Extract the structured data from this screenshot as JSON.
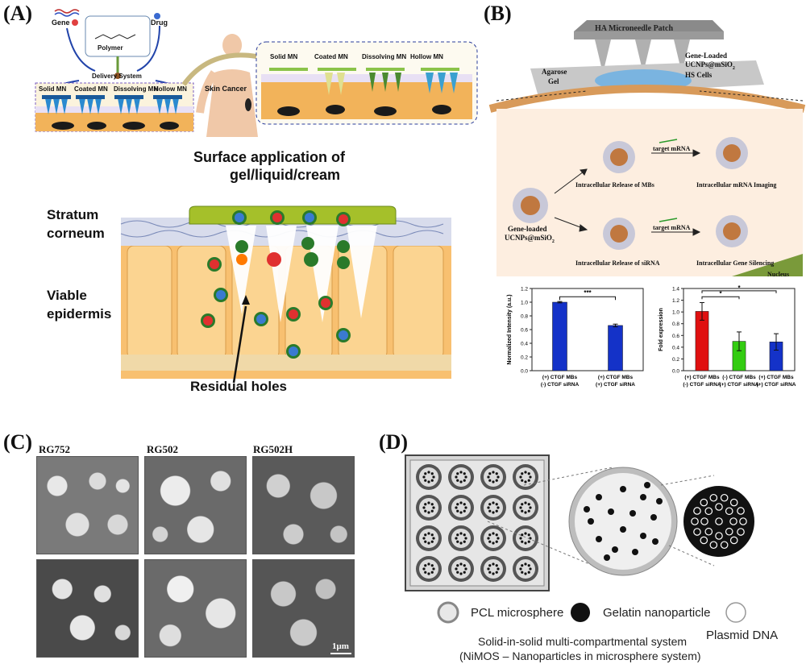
{
  "panels": {
    "a": {
      "label": "(A)",
      "gene": "Gene",
      "drug": "Drug",
      "polymer": "Polymer",
      "delivery": "Delivery System",
      "mn_types": [
        "Solid  MN",
        "Coated  MN",
        "Dissolving MN",
        "Hollow  MN"
      ],
      "mn_types_zoom": [
        "Solid MN",
        "Coated MN",
        "Dissolving MN",
        "Hollow MN"
      ],
      "skin_cancer": "Skin Cancer",
      "surface_line1": "Surface application of",
      "surface_line2": "gel/liquid/cream",
      "stratum_line1": "Stratum",
      "stratum_line2": "corneum",
      "viable_line1": "Viable",
      "viable_line2": "epidermis",
      "residual": "Residual  holes"
    },
    "b": {
      "label": "(B)",
      "patch": "HA Microneedle Patch",
      "agarose": "Agarose",
      "gel": "Gel",
      "gene_loaded_l1": "Gene-Loaded",
      "gene_loaded_l2": "UCNPs@mSiO",
      "hs_cells": "HS Cells",
      "left_l1": "Gene-loaded",
      "left_l2": "UCNPs@mSiO",
      "target_mrna": "target mRNA",
      "release_mbs": "Intracellular Release of MBs",
      "mrna_imaging": "Intracellular mRNA Imaging",
      "release_sirna": "Intracellular Release of siRNA",
      "gene_silencing": "Intracellular Gene Silencing",
      "nucleus": "Nucleus"
    },
    "c": {
      "label": "(C)",
      "columns": [
        "RG752",
        "RG502",
        "RG502H"
      ],
      "scale": "1μm"
    },
    "d": {
      "label": "(D)",
      "legend_pcl": "PCL microsphere",
      "legend_gelatin": "Gelatin nanoparticle",
      "legend_plasmid": "Plasmid DNA",
      "caption_l1": "Solid-in-solid multi-compartmental system",
      "caption_l2": "(NiMOS – Nanoparticles in microsphere system)"
    }
  },
  "chart_data": [
    {
      "type": "bar",
      "ylabel": "Normalized Intensity (a.u.)",
      "ylim": [
        0,
        1.2
      ],
      "yticks": [
        "0.0",
        "0.2",
        "0.4",
        "0.6",
        "0.8",
        "1.0",
        "1.2"
      ],
      "categories": [
        [
          "(+) CTGF MBs",
          "(-) CTGF siRNA"
        ],
        [
          "(+) CTGF MBs",
          "(+) CTGF siRNA"
        ]
      ],
      "values": [
        1.0,
        0.66
      ],
      "errors": [
        0.01,
        0.02
      ],
      "colors": [
        "#1432c8",
        "#1432c8"
      ],
      "significance": "***"
    },
    {
      "type": "bar",
      "ylabel": "Fold expression",
      "ylim": [
        0,
        1.4
      ],
      "yticks": [
        "0.0",
        "0.2",
        "0.4",
        "0.6",
        "0.8",
        "1.0",
        "1.2",
        "1.4"
      ],
      "categories": [
        [
          "(+) CTGF MBs",
          "(-) CTGF siRNA"
        ],
        [
          "(-) CTGF MBs",
          "(+) CTGF siRNA"
        ],
        [
          "(+) CTGF MBs",
          "(+) CTGF siRNA"
        ]
      ],
      "values": [
        1.01,
        0.5,
        0.49
      ],
      "errors": [
        0.15,
        0.16,
        0.14
      ],
      "colors": [
        "#e01010",
        "#33cc11",
        "#1432c8"
      ],
      "significance": [
        "*",
        "*"
      ]
    }
  ]
}
